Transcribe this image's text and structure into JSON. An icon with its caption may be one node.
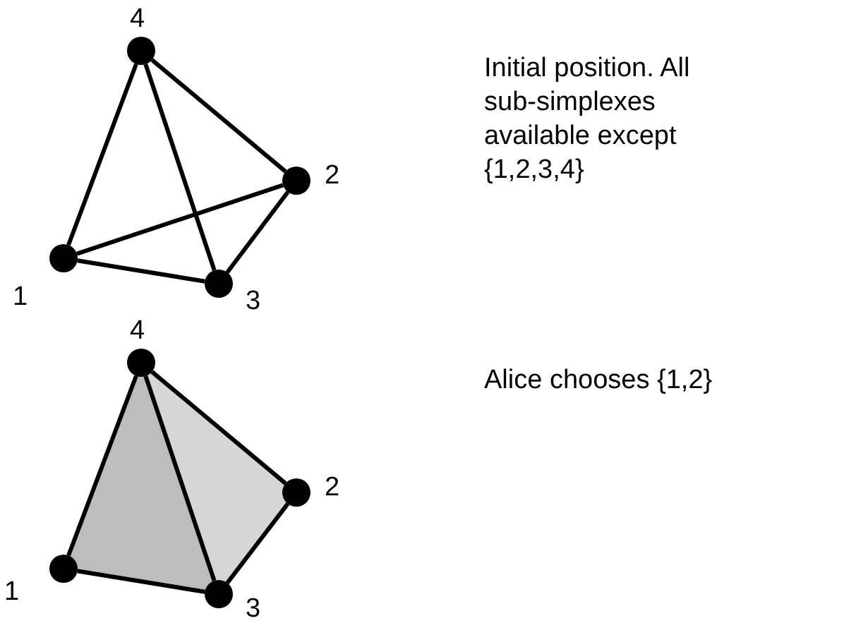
{
  "diagram": {
    "nodes": [
      {
        "text": [],
        "shape": "circle",
        "beside": [
          "4"
        ]
      },
      {
        "text": [],
        "shape": "circle",
        "beside": [
          "2"
        ]
      },
      {
        "text": [],
        "shape": "circle",
        "beside": [
          "1"
        ]
      },
      {
        "text": [],
        "shape": "circle",
        "beside": [
          "3"
        ]
      },
      {
        "text": [],
        "shape": "circle",
        "beside": [
          "4"
        ]
      },
      {
        "text": [],
        "shape": "circle",
        "beside": [
          "2"
        ]
      },
      {
        "text": [],
        "shape": "circle",
        "beside": [
          "1"
        ]
      },
      {
        "text": [],
        "shape": "circle",
        "beside": [
          "3"
        ]
      }
    ],
    "edges": [
      {
        "from": 0,
        "to": 2,
        "arrow": "none"
      },
      {
        "from": 0,
        "to": 3,
        "arrow": "none"
      },
      {
        "from": 0,
        "to": 1,
        "arrow": "none"
      },
      {
        "from": 2,
        "to": 1,
        "arrow": "none"
      },
      {
        "from": 2,
        "to": 3,
        "arrow": "none"
      },
      {
        "from": 3,
        "to": 1,
        "arrow": "none"
      },
      {
        "from": 4,
        "to": 6,
        "arrow": "none"
      },
      {
        "from": 4,
        "to": 7,
        "arrow": "none"
      },
      {
        "from": 4,
        "to": 5,
        "arrow": "none"
      },
      {
        "from": 6,
        "to": 7,
        "arrow": "none"
      },
      {
        "from": 7,
        "to": 5,
        "arrow": "none"
      }
    ],
    "labels": [
      "Initial position. All sub-simplexes available except {1,2,3,4}",
      "Alice chooses {1,2}"
    ]
  }
}
